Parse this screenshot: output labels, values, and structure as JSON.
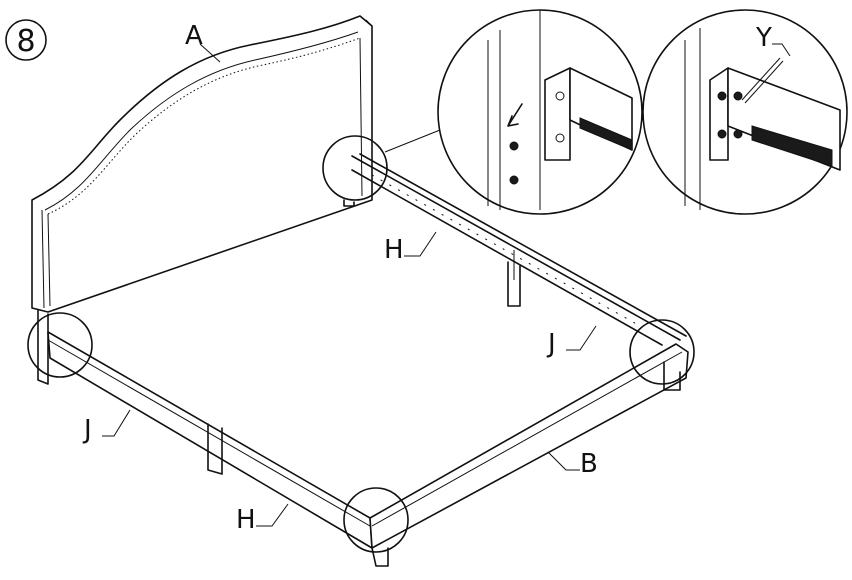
{
  "step_number": "8",
  "labels": {
    "headboard": "A",
    "rail_back": "H",
    "rail_front": "H",
    "slat_right": "J",
    "slat_left": "J",
    "footboard": "B",
    "bolt": "Y"
  }
}
